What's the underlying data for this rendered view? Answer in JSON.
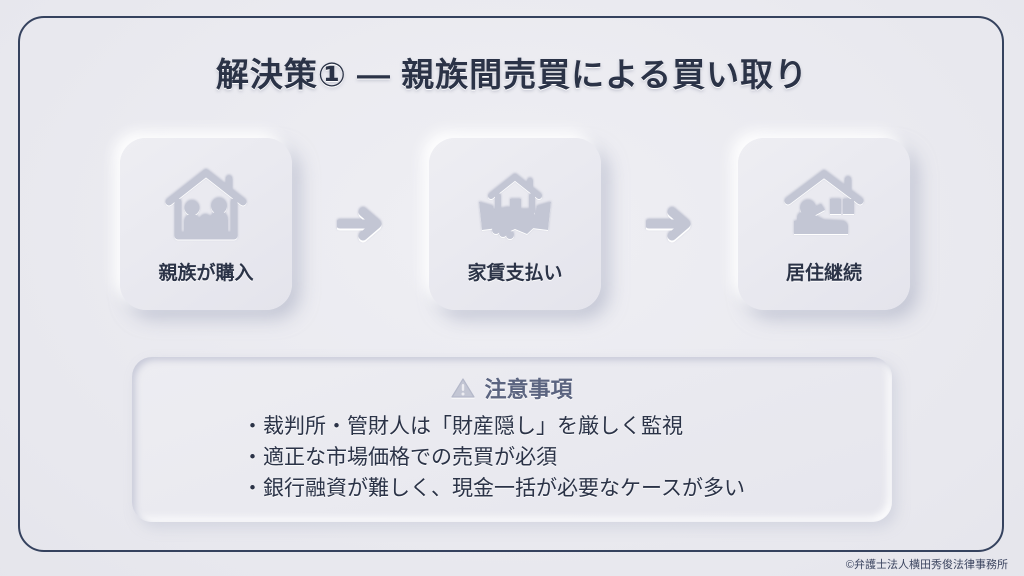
{
  "slide": {
    "title": "解決策① ― 親族間売買による買い取り",
    "footer": "©弁護士法人横田秀俊法律事務所",
    "accent_navy": "#2b3347",
    "frame_color": "#35425e",
    "background": "#ebebf0",
    "card_color": "#e9e9ef",
    "icon_color": "#c3c6d4"
  },
  "steps": [
    {
      "label": "親族が購入",
      "icon": "house-family-icon"
    },
    {
      "label": "家賃支払い",
      "icon": "handshake-house-icon"
    },
    {
      "label": "居住継続",
      "icon": "person-relaxing-house-icon"
    }
  ],
  "arrows": [
    {
      "icon": "arrow-right-icon"
    },
    {
      "icon": "arrow-right-icon"
    }
  ],
  "warning": {
    "icon": "warning-triangle-icon",
    "title": "注意事項",
    "items": [
      "・裁判所・管財人は「財産隠し」を厳しく監視",
      "・適正な市場価格での売買が必須",
      "・銀行融資が難しく、現金一括が必要なケースが多い"
    ]
  }
}
